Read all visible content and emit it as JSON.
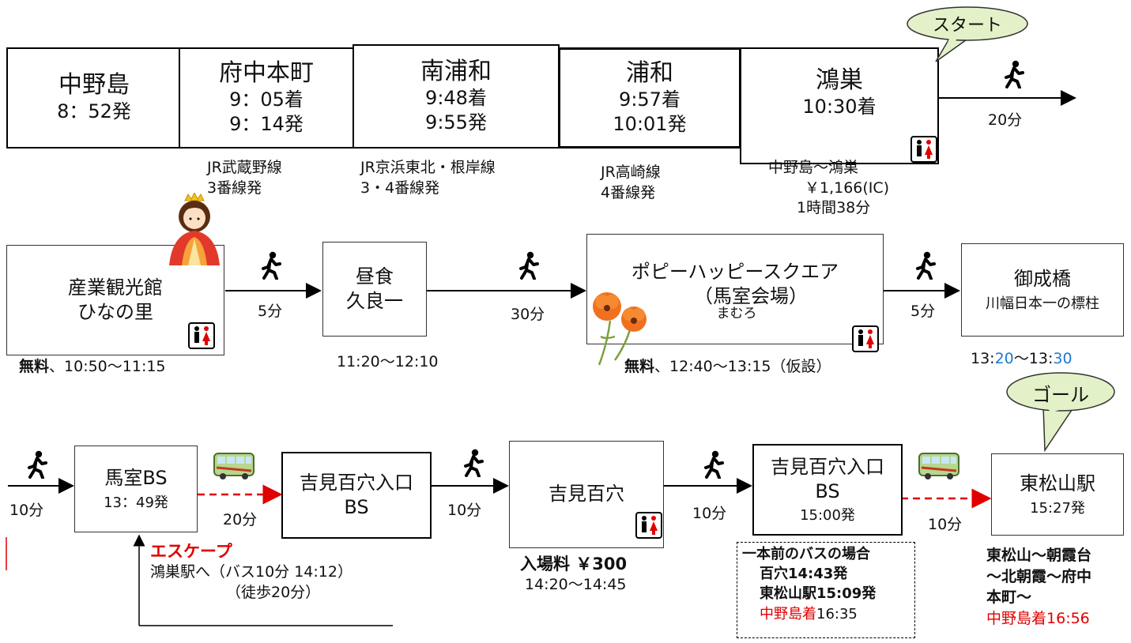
{
  "row1": {
    "stations": [
      {
        "name": "中野島",
        "lines": [
          "8：52発"
        ]
      },
      {
        "name": "府中本町",
        "lines": [
          "9：05着",
          "9：14発"
        ]
      },
      {
        "name": "南浦和",
        "lines": [
          "9:48着",
          "9:55発"
        ]
      },
      {
        "name": "浦和",
        "lines": [
          "9:57着",
          "10:01発"
        ]
      },
      {
        "name": "鴻巣",
        "lines": [
          "10:30着"
        ]
      }
    ],
    "notes": [
      {
        "lines": [
          "JR武蔵野線",
          "3番線発"
        ]
      },
      {
        "lines": [
          "JR京浜東北・根岸線",
          "3・4番線発"
        ]
      },
      {
        "lines": [
          "JR高崎線",
          "4番線発"
        ]
      },
      {
        "lines": [
          "中野島～鴻巣",
          "￥1,166(IC)",
          "1時間38分"
        ]
      }
    ],
    "start_label": "スタート",
    "walk_time": "20分"
  },
  "row2": {
    "boxes": [
      {
        "lines": [
          "産業観光館",
          "ひなの里"
        ]
      },
      {
        "lines": [
          "昼食",
          "久良一"
        ]
      },
      {
        "lines": [
          "ポピーハッピースクエア",
          "（馬室会場）"
        ],
        "ruby": "まむろ"
      },
      {
        "lines": [
          "御成橋",
          "川幅日本一の標柱"
        ]
      }
    ],
    "walk_times": [
      "5分",
      "30分",
      "5分"
    ],
    "notes": [
      {
        "bold": "無料",
        "rest": "、10:50～11:15"
      },
      {
        "rest": "11:20～12:10"
      },
      {
        "bold": "無料",
        "rest": "、12:40～13:15（仮設）"
      },
      {
        "parts": [
          "13:",
          "20",
          "～13:",
          "30"
        ]
      }
    ]
  },
  "row3": {
    "boxes": [
      {
        "lines": [
          "馬室BS",
          "13：49発"
        ]
      },
      {
        "lines": [
          "吉見百穴入口",
          "BS"
        ]
      },
      {
        "lines": [
          "吉見百穴"
        ]
      },
      {
        "lines": [
          "吉見百穴入口",
          "BS",
          "15:00発"
        ]
      },
      {
        "lines": [
          "東松山駅",
          "15:27発"
        ]
      }
    ],
    "times": [
      "10分",
      "20分",
      "10分",
      "10分",
      "10分"
    ],
    "goal_label": "ゴール",
    "escape": {
      "title": "エスケープ",
      "line1": "鴻巣駅へ（バス10分  14:12）",
      "line2": "（徒歩20分）"
    },
    "admission": {
      "label": "入場料  ￥300",
      "time": "14:20～14:45"
    },
    "alt_bus": {
      "title": "一本前のバスの場合",
      "l1": "百穴14:43発",
      "l2": "東松山駅15:09発",
      "l3a": "中野島着",
      "l3b": "16:35"
    },
    "final_route": {
      "l1": "東松山～朝霞台",
      "l2": "～北朝霞～府中",
      "l3": "本町～",
      "l4a": "中野島着",
      "l4b": "16:56"
    }
  },
  "colors": {
    "accent_red": "#e00000",
    "blue": "#1f77d0",
    "bubble": "#e3f1c8",
    "poppy": "#f07020"
  },
  "icons": [
    "walking-person-icon",
    "bus-icon",
    "restroom-icon",
    "hina-doll-icon",
    "poppy-flower-icon",
    "speech-bubble-icon"
  ]
}
